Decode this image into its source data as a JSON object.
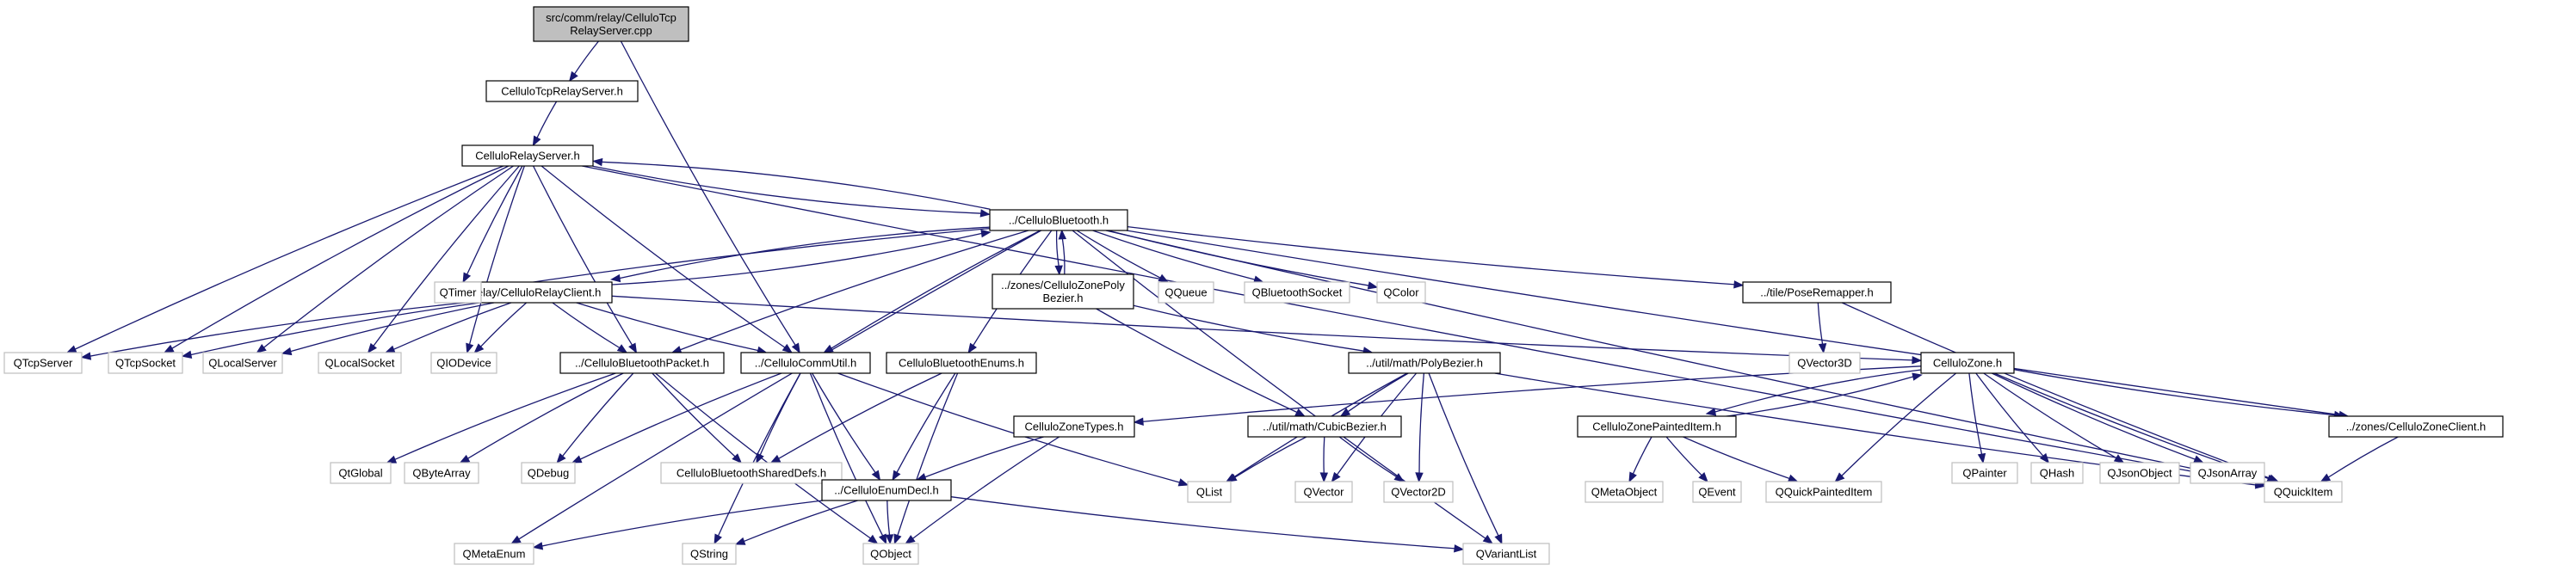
{
  "diagram": {
    "type": "include-dependency-graph",
    "colors": {
      "edge": "#191970",
      "root_fill": "#bfbfbf",
      "node_fill": "#ffffff",
      "node_border": "#000000",
      "external_border": "#bfbfbf",
      "text": "#000000"
    },
    "nodes": [
      {
        "id": "root",
        "lines": [
          "src/comm/relay/CelluloTcp",
          "RelayServer.cpp"
        ],
        "kind": "root"
      },
      {
        "id": "tcprelayh",
        "lines": [
          "CelluloTcpRelayServer.h"
        ],
        "kind": "file"
      },
      {
        "id": "relayserverh",
        "lines": [
          "CelluloRelayServer.h"
        ],
        "kind": "file"
      },
      {
        "id": "bluetoothh",
        "lines": [
          "../CelluloBluetooth.h"
        ],
        "kind": "file"
      },
      {
        "id": "relayclienth",
        "lines": [
          "relay/CelluloRelayClient.h"
        ],
        "kind": "file"
      },
      {
        "id": "polybezierzoneh",
        "lines": [
          "../zones/CelluloZonePoly",
          "Bezier.h"
        ],
        "kind": "file"
      },
      {
        "id": "qtimer",
        "lines": [
          "QTimer"
        ],
        "kind": "external"
      },
      {
        "id": "qqueue",
        "lines": [
          "QQueue"
        ],
        "kind": "external"
      },
      {
        "id": "qbtsocket",
        "lines": [
          "QBluetoothSocket"
        ],
        "kind": "external"
      },
      {
        "id": "qcolor",
        "lines": [
          "QColor"
        ],
        "kind": "external"
      },
      {
        "id": "poseremapperh",
        "lines": [
          "../tile/PoseRemapper.h"
        ],
        "kind": "file"
      },
      {
        "id": "qtcpserver",
        "lines": [
          "QTcpServer"
        ],
        "kind": "external"
      },
      {
        "id": "qtcpsocket",
        "lines": [
          "QTcpSocket"
        ],
        "kind": "external"
      },
      {
        "id": "qlocalserver",
        "lines": [
          "QLocalServer"
        ],
        "kind": "external"
      },
      {
        "id": "qlocalsocket",
        "lines": [
          "QLocalSocket"
        ],
        "kind": "external"
      },
      {
        "id": "qiodevice",
        "lines": [
          "QIODevice"
        ],
        "kind": "external"
      },
      {
        "id": "btpacketh",
        "lines": [
          "../CelluloBluetoothPacket.h"
        ],
        "kind": "file"
      },
      {
        "id": "commutilh",
        "lines": [
          "../CelluloCommUtil.h"
        ],
        "kind": "file"
      },
      {
        "id": "btenumsh",
        "lines": [
          "CelluloBluetoothEnums.h"
        ],
        "kind": "file"
      },
      {
        "id": "polybezierh",
        "lines": [
          "../util/math/PolyBezier.h"
        ],
        "kind": "file"
      },
      {
        "id": "qvector3d",
        "lines": [
          "QVector3D"
        ],
        "kind": "external"
      },
      {
        "id": "zoneh",
        "lines": [
          "CelluloZone.h"
        ],
        "kind": "file"
      },
      {
        "id": "qtglobal",
        "lines": [
          "QtGlobal"
        ],
        "kind": "external"
      },
      {
        "id": "qbytearray",
        "lines": [
          "QByteArray"
        ],
        "kind": "external"
      },
      {
        "id": "qdebug",
        "lines": [
          "QDebug"
        ],
        "kind": "external"
      },
      {
        "id": "shareddefsh",
        "lines": [
          "CelluloBluetoothSharedDefs.h"
        ],
        "kind": "external"
      },
      {
        "id": "zonetypesh",
        "lines": [
          "CelluloZoneTypes.h"
        ],
        "kind": "file"
      },
      {
        "id": "qlist",
        "lines": [
          "QList"
        ],
        "kind": "external"
      },
      {
        "id": "cubicbezierh",
        "lines": [
          "../util/math/CubicBezier.h"
        ],
        "kind": "file"
      },
      {
        "id": "zonepaintedh",
        "lines": [
          "CelluloZonePaintedItem.h"
        ],
        "kind": "file"
      },
      {
        "id": "qpainter",
        "lines": [
          "QPainter"
        ],
        "kind": "external"
      },
      {
        "id": "qhash",
        "lines": [
          "QHash"
        ],
        "kind": "external"
      },
      {
        "id": "qjsonobject",
        "lines": [
          "QJsonObject"
        ],
        "kind": "external"
      },
      {
        "id": "qjsonarray",
        "lines": [
          "QJsonArray"
        ],
        "kind": "external"
      },
      {
        "id": "zoneclienth",
        "lines": [
          "../zones/CelluloZoneClient.h"
        ],
        "kind": "file"
      },
      {
        "id": "enumdeclh",
        "lines": [
          "../CelluloEnumDecl.h"
        ],
        "kind": "file"
      },
      {
        "id": "qvector",
        "lines": [
          "QVector"
        ],
        "kind": "external"
      },
      {
        "id": "qvector2d",
        "lines": [
          "QVector2D"
        ],
        "kind": "external"
      },
      {
        "id": "qmetaobject",
        "lines": [
          "QMetaObject"
        ],
        "kind": "external"
      },
      {
        "id": "qevent",
        "lines": [
          "QEvent"
        ],
        "kind": "external"
      },
      {
        "id": "qquickpainteditem",
        "lines": [
          "QQuickPaintedItem"
        ],
        "kind": "external"
      },
      {
        "id": "qquickitem",
        "lines": [
          "QQuickItem"
        ],
        "kind": "external"
      },
      {
        "id": "qmetaenum",
        "lines": [
          "QMetaEnum"
        ],
        "kind": "external"
      },
      {
        "id": "qstring",
        "lines": [
          "QString"
        ],
        "kind": "external"
      },
      {
        "id": "qobject",
        "lines": [
          "QObject"
        ],
        "kind": "external"
      },
      {
        "id": "qvariantlist",
        "lines": [
          "QVariantList"
        ],
        "kind": "external"
      }
    ],
    "edges": [
      {
        "from": "root",
        "to": "tcprelayh"
      },
      {
        "from": "root",
        "to": "commutilh"
      },
      {
        "from": "tcprelayh",
        "to": "relayserverh"
      },
      {
        "from": "relayserverh",
        "to": "bluetoothh"
      },
      {
        "from": "relayserverh",
        "to": "qtimer"
      },
      {
        "from": "relayserverh",
        "to": "qtcpserver"
      },
      {
        "from": "relayserverh",
        "to": "qtcpsocket"
      },
      {
        "from": "relayserverh",
        "to": "qlocalserver"
      },
      {
        "from": "relayserverh",
        "to": "qlocalsocket"
      },
      {
        "from": "relayserverh",
        "to": "qiodevice"
      },
      {
        "from": "relayserverh",
        "to": "btpacketh"
      },
      {
        "from": "relayserverh",
        "to": "commutilh"
      },
      {
        "from": "relayserverh",
        "to": "qquickitem"
      },
      {
        "from": "bluetoothh",
        "to": "relayserverh"
      },
      {
        "from": "bluetoothh",
        "to": "relayclienth"
      },
      {
        "from": "bluetoothh",
        "to": "polybezierzoneh"
      },
      {
        "from": "bluetoothh",
        "to": "qtimer"
      },
      {
        "from": "bluetoothh",
        "to": "qqueue"
      },
      {
        "from": "bluetoothh",
        "to": "qbtsocket"
      },
      {
        "from": "bluetoothh",
        "to": "qcolor"
      },
      {
        "from": "bluetoothh",
        "to": "poseremapperh"
      },
      {
        "from": "bluetoothh",
        "to": "btpacketh"
      },
      {
        "from": "bluetoothh",
        "to": "commutilh"
      },
      {
        "from": "bluetoothh",
        "to": "btenumsh"
      },
      {
        "from": "bluetoothh",
        "to": "zoneclienth"
      },
      {
        "from": "bluetoothh",
        "to": "qvariantlist"
      },
      {
        "from": "bluetoothh",
        "to": "qmetaenum"
      },
      {
        "from": "bluetoothh",
        "to": "qquickitem"
      },
      {
        "from": "relayclienth",
        "to": "bluetoothh"
      },
      {
        "from": "relayclienth",
        "to": "qtcpserver"
      },
      {
        "from": "relayclienth",
        "to": "qtcpsocket"
      },
      {
        "from": "relayclienth",
        "to": "qlocalserver"
      },
      {
        "from": "relayclienth",
        "to": "qlocalsocket"
      },
      {
        "from": "relayclienth",
        "to": "qiodevice"
      },
      {
        "from": "relayclienth",
        "to": "btpacketh"
      },
      {
        "from": "relayclienth",
        "to": "commutilh"
      },
      {
        "from": "relayclienth",
        "to": "zoneh"
      },
      {
        "from": "polybezierzoneh",
        "to": "bluetoothh"
      },
      {
        "from": "polybezierzoneh",
        "to": "polybezierh"
      },
      {
        "from": "polybezierzoneh",
        "to": "cubicbezierh"
      },
      {
        "from": "poseremapperh",
        "to": "qvector3d"
      },
      {
        "from": "poseremapperh",
        "to": "qquickitem"
      },
      {
        "from": "btpacketh",
        "to": "qtglobal"
      },
      {
        "from": "btpacketh",
        "to": "qbytearray"
      },
      {
        "from": "btpacketh",
        "to": "qdebug"
      },
      {
        "from": "btpacketh",
        "to": "shareddefsh"
      },
      {
        "from": "btpacketh",
        "to": "qobject"
      },
      {
        "from": "commutilh",
        "to": "qdebug"
      },
      {
        "from": "commutilh",
        "to": "shareddefsh"
      },
      {
        "from": "commutilh",
        "to": "qlist"
      },
      {
        "from": "commutilh",
        "to": "enumdeclh"
      },
      {
        "from": "commutilh",
        "to": "qstring"
      },
      {
        "from": "commutilh",
        "to": "qobject"
      },
      {
        "from": "btenumsh",
        "to": "shareddefsh"
      },
      {
        "from": "btenumsh",
        "to": "enumdeclh"
      },
      {
        "from": "btenumsh",
        "to": "qobject"
      },
      {
        "from": "polybezierh",
        "to": "cubicbezierh"
      },
      {
        "from": "polybezierh",
        "to": "qlist"
      },
      {
        "from": "polybezierh",
        "to": "qvector"
      },
      {
        "from": "polybezierh",
        "to": "qvector2d"
      },
      {
        "from": "polybezierh",
        "to": "qvariantlist"
      },
      {
        "from": "polybezierh",
        "to": "qquickitem"
      },
      {
        "from": "zoneh",
        "to": "zonetypesh"
      },
      {
        "from": "zoneh",
        "to": "zonepaintedh"
      },
      {
        "from": "zoneh",
        "to": "qpainter"
      },
      {
        "from": "zoneh",
        "to": "qhash"
      },
      {
        "from": "zoneh",
        "to": "qjsonobject"
      },
      {
        "from": "zoneh",
        "to": "qjsonarray"
      },
      {
        "from": "zoneh",
        "to": "zoneclienth"
      },
      {
        "from": "zoneh",
        "to": "qquickpainteditem"
      },
      {
        "from": "zoneh",
        "to": "qquickitem"
      },
      {
        "from": "zonetypesh",
        "to": "enumdeclh"
      },
      {
        "from": "zonetypesh",
        "to": "qobject"
      },
      {
        "from": "cubicbezierh",
        "to": "qlist"
      },
      {
        "from": "cubicbezierh",
        "to": "qvector"
      },
      {
        "from": "cubicbezierh",
        "to": "qvector2d"
      },
      {
        "from": "zonepaintedh",
        "to": "zoneh"
      },
      {
        "from": "zonepaintedh",
        "to": "qmetaobject"
      },
      {
        "from": "zonepaintedh",
        "to": "qevent"
      },
      {
        "from": "zonepaintedh",
        "to": "qquickpainteditem"
      },
      {
        "from": "zoneclienth",
        "to": "qquickitem"
      },
      {
        "from": "enumdeclh",
        "to": "qmetaenum"
      },
      {
        "from": "enumdeclh",
        "to": "qstring"
      },
      {
        "from": "enumdeclh",
        "to": "qobject"
      },
      {
        "from": "enumdeclh",
        "to": "qvariantlist"
      }
    ]
  }
}
